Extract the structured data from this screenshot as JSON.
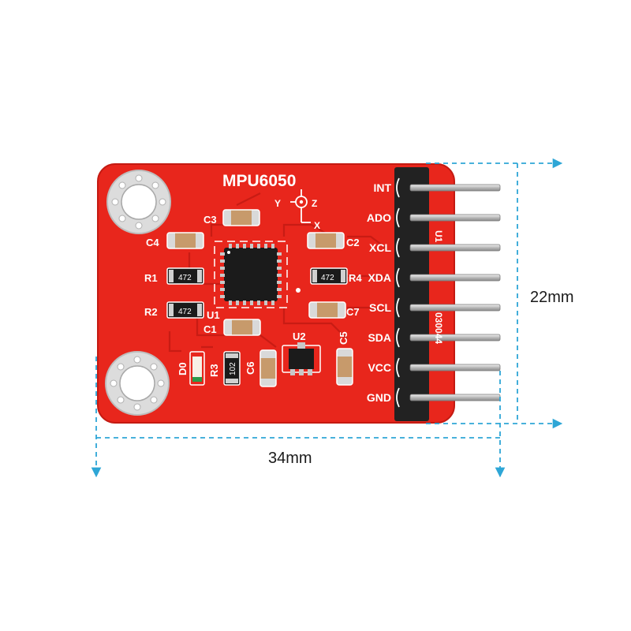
{
  "board": {
    "title": "MPU6050",
    "colors": {
      "pcb": "#e8261c",
      "silkscreen": "#ffffff",
      "chip": "#1b1b1b",
      "pins": "#c8c8c8",
      "header": "#222222",
      "dimension": "#2ea6d6"
    },
    "axes": {
      "y": "Y",
      "z": "Z",
      "x": "X"
    },
    "pins": [
      "INT",
      "ADO",
      "XCL",
      "XDA",
      "SCL",
      "SDA",
      "VCC",
      "GND"
    ],
    "components": {
      "c3": "C3",
      "c4": "C4",
      "c2": "C2",
      "r1": "R1",
      "r4": "R4",
      "r2": "R2",
      "u1": "U1",
      "c7": "C7",
      "c1": "C1",
      "u2": "U2",
      "c5": "C5",
      "d0": "D0",
      "r3": "R3",
      "c6": "C6"
    },
    "resistor_codes": {
      "r1": "472",
      "r4": "472",
      "r2": "472",
      "r3": "102"
    },
    "header_marks": {
      "u1": "U1",
      "code": "030044"
    }
  },
  "dimensions": {
    "height": "22mm",
    "width": "34mm"
  }
}
